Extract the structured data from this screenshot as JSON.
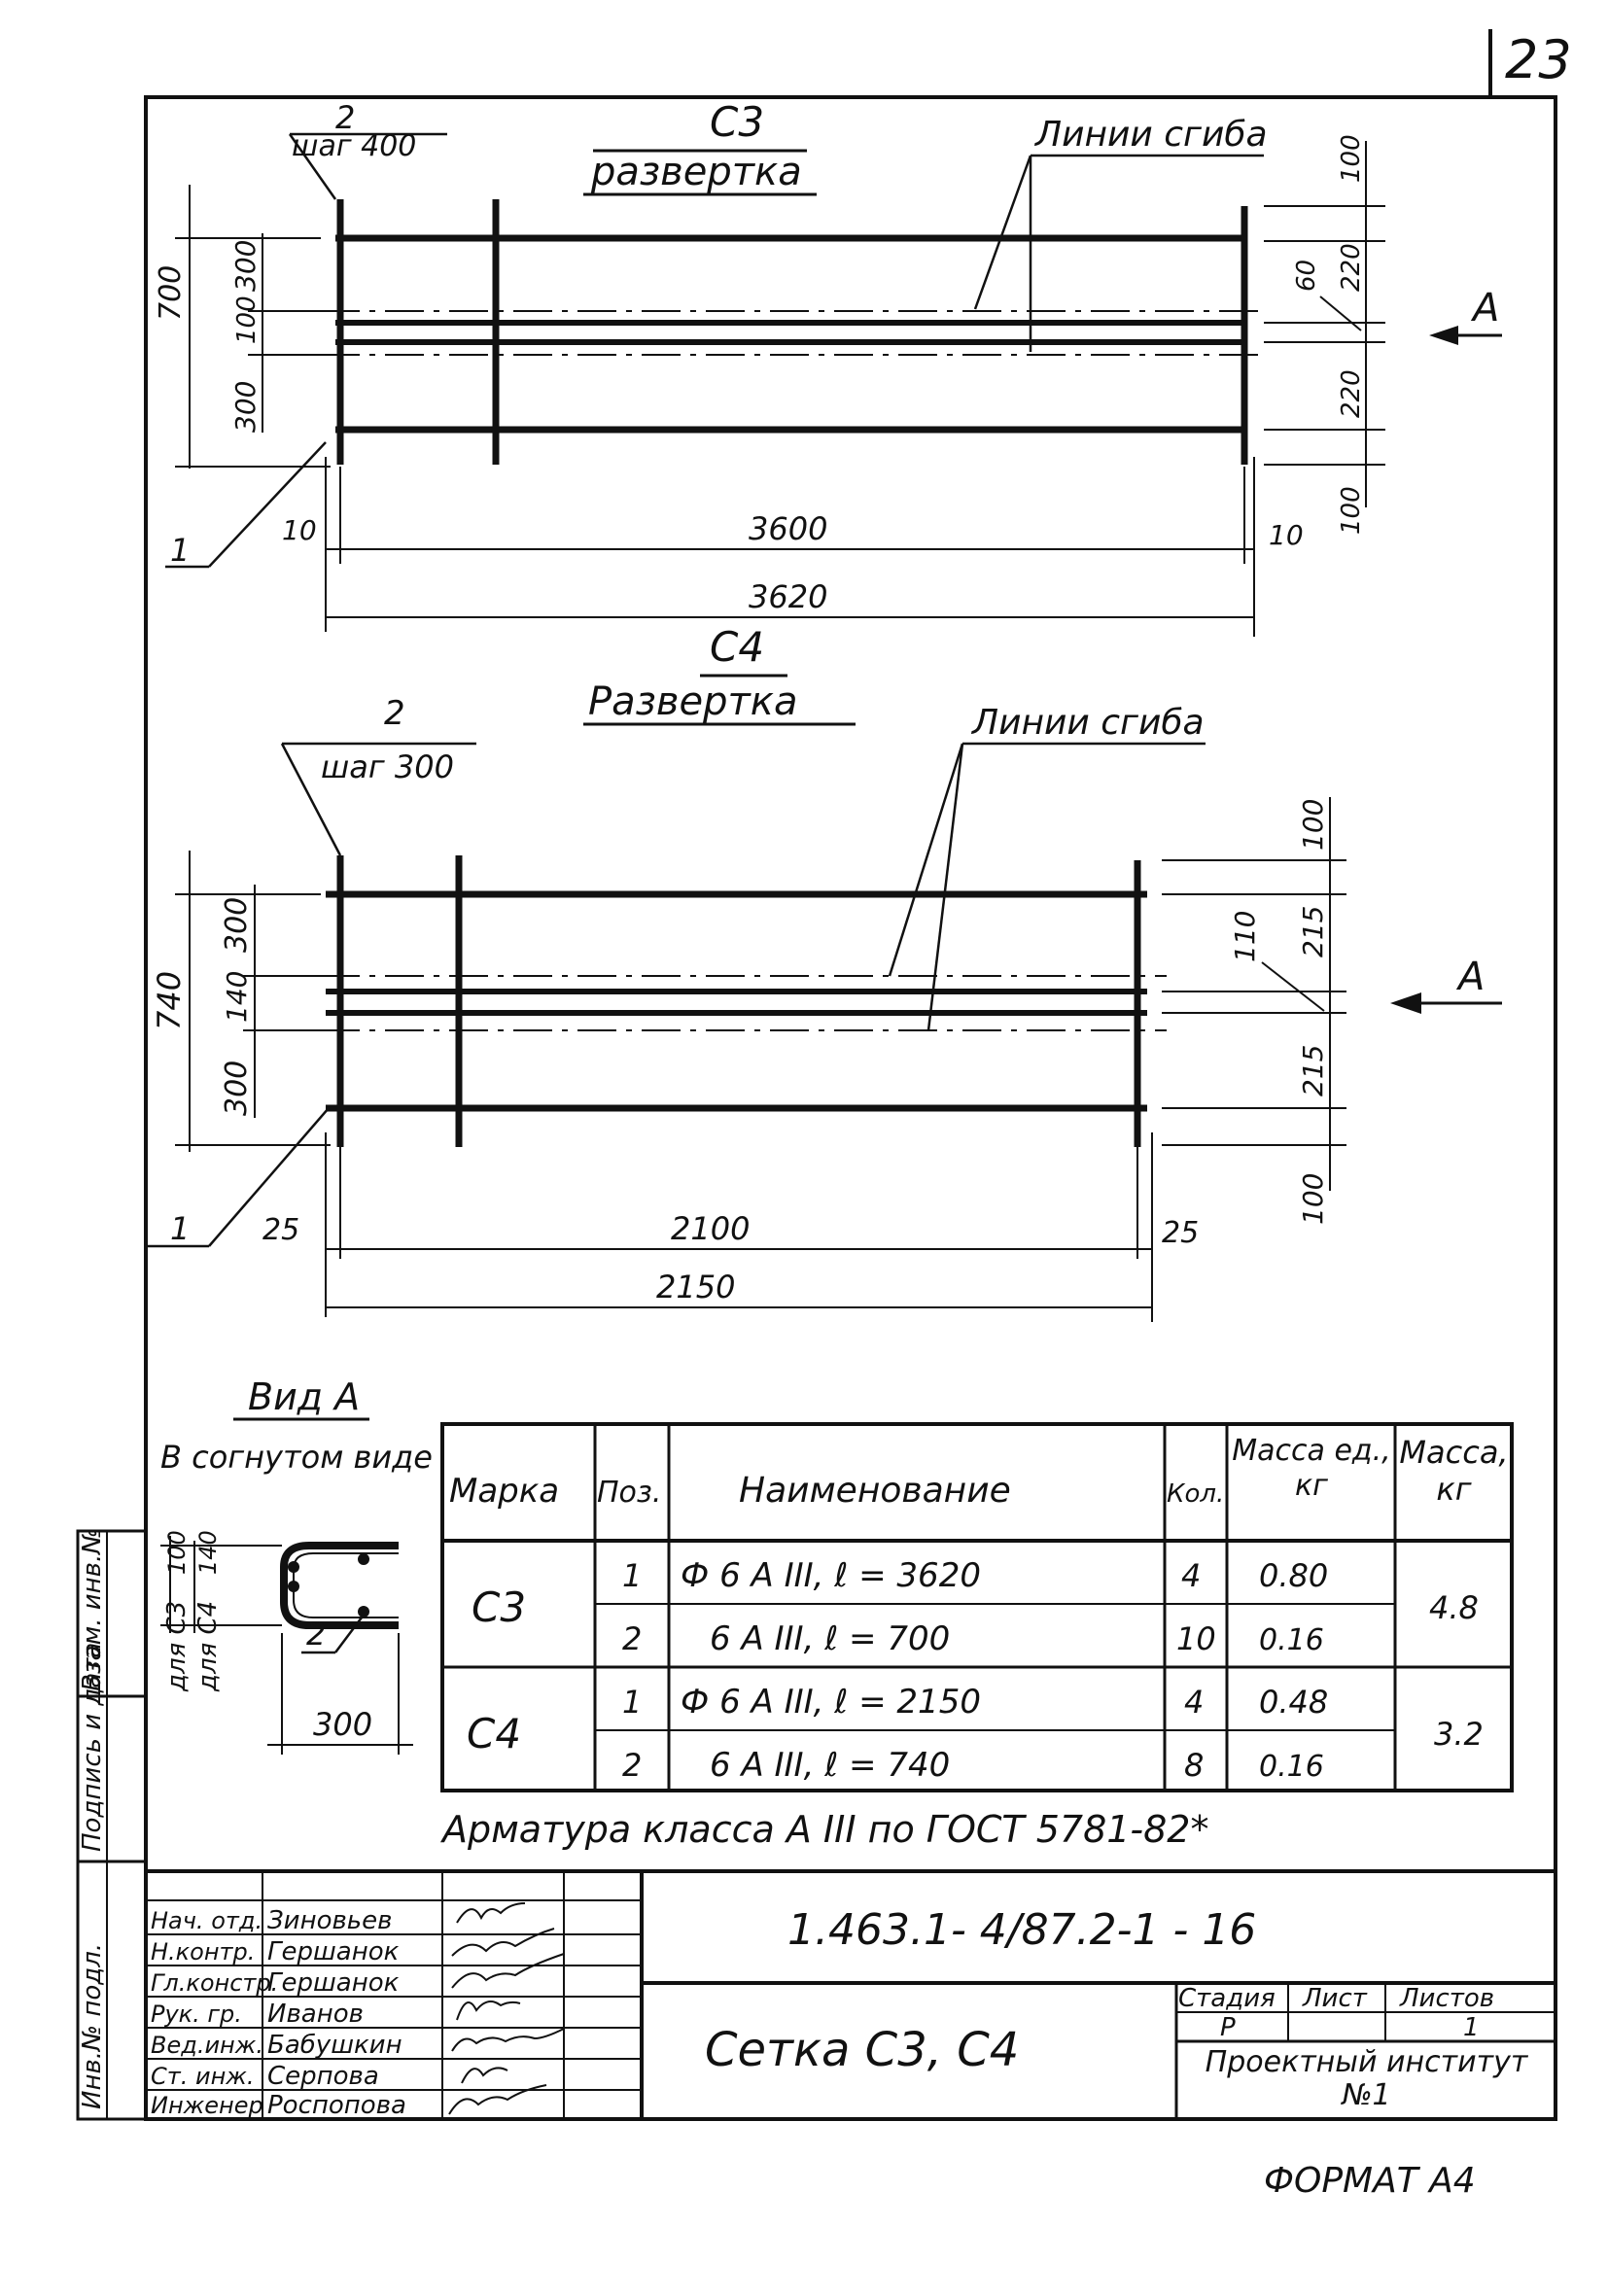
{
  "sheet": {
    "page_number": "23",
    "format": "ФОРМАТ А4"
  },
  "c3": {
    "title": "С3",
    "subtitle": "развертка",
    "callout_top_num": "2",
    "callout_top_step": "шаг 400",
    "callout_bottom": "1",
    "bend_lines_label": "Линии сгиба",
    "dim_left_total": "700",
    "dim_left_top": "300",
    "dim_left_mid": "100",
    "dim_left_bot": "300",
    "dim_right_top": "100",
    "dim_right_mid1": "220",
    "dim_right_60": "60",
    "dim_right_mid2": "220",
    "dim_right_bot": "100",
    "dim_inner": "3600",
    "dim_total": "3620",
    "dim_end_left": "10",
    "dim_end_right": "10",
    "view_arrow": "А"
  },
  "c4": {
    "title": "С4",
    "subtitle": "Развертка",
    "callout_top_num": "2",
    "callout_top_step": "шаг 300",
    "callout_bottom": "1",
    "bend_lines_label": "Линии сгиба",
    "dim_left_total": "740",
    "dim_left_top": "300",
    "dim_left_mid": "140",
    "dim_left_bot": "300",
    "dim_right_top": "100",
    "dim_right_mid1": "215",
    "dim_right_110": "110",
    "dim_right_mid2": "215",
    "dim_right_bot": "100",
    "dim_inner": "2100",
    "dim_total": "2150",
    "dim_end_left": "25",
    "dim_end_right": "25",
    "view_arrow": "А"
  },
  "view_a": {
    "title": "Вид А",
    "subtitle": "В согнутом виде",
    "label_c3": "для С3",
    "label_c4": "для С4",
    "dim_c3": "100",
    "dim_c4": "140",
    "callout": "2",
    "width": "300"
  },
  "spec_table": {
    "headers": [
      "Марка",
      "Поз.",
      "Наименование",
      "Кол.",
      "Масса ед., кг",
      "Масса, кг"
    ],
    "groups": [
      {
        "mark": "С3",
        "total_mass": "4.8",
        "rows": [
          {
            "pos": "1",
            "name": "Ф 6 А III,  ℓ = 3620",
            "qty": "4",
            "unit_mass": "0.80"
          },
          {
            "pos": "2",
            "name": "6 А III,  ℓ =  700",
            "qty": "10",
            "unit_mass": "0.16"
          }
        ]
      },
      {
        "mark": "С4",
        "total_mass": "3.2",
        "rows": [
          {
            "pos": "1",
            "name": "Ф 6 А III,  ℓ = 2150",
            "qty": "4",
            "unit_mass": "0.48"
          },
          {
            "pos": "2",
            "name": "6 А III,  ℓ =  740",
            "qty": "8",
            "unit_mass": "0.16"
          }
        ]
      }
    ],
    "note": "Арматура класса А III по ГОСТ 5781-82*"
  },
  "side_stamp": {
    "labels": [
      "Инв.№ подл.",
      "Подпись и дата",
      "Взам. инв.№"
    ]
  },
  "title_block": {
    "doc_code": "1.463.1- 4/87.2-1 - 16",
    "drawing_title": "Сетка С3, С4",
    "stage_header": "Стадия",
    "sheet_header": "Лист",
    "sheets_header": "Листов",
    "stage": "Р",
    "sheet": "",
    "sheets": "1",
    "organization": "Проектный институт №1",
    "staff": [
      {
        "role": "Нач. отд.",
        "name": "Зиновьев"
      },
      {
        "role": "Н.контр.",
        "name": "Гершанок"
      },
      {
        "role": "Гл.констр.",
        "name": "Гершанок"
      },
      {
        "role": "Рук. гр.",
        "name": "Иванов"
      },
      {
        "role": "Вед.инж.",
        "name": "Бабушкин"
      },
      {
        "role": "Ст. инж.",
        "name": "Серпова"
      },
      {
        "role": "Инженер",
        "name": "Роспопова"
      }
    ]
  }
}
